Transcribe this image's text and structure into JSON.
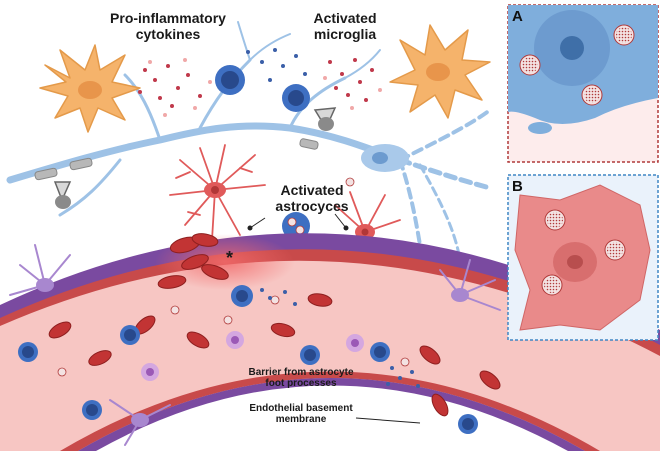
{
  "labels": {
    "cytokines_line1": "Pro-inflammatory",
    "cytokines_line2": "cytokines",
    "microglia_line1": "Activated",
    "microglia_line2": "microglia",
    "astrocytes_line1": "Activated",
    "astrocytes_line2": "astrocyces",
    "asterisk": "*",
    "barrier_line1": "Barrier from astrocyte",
    "barrier_line2": "foot processes",
    "membrane_line1": "Endothelial basement",
    "membrane_line2": "membrane"
  },
  "panels": {
    "a_letter": "A",
    "b_letter": "B"
  },
  "colors": {
    "microglia": "#f5b36b",
    "astrocyte": "#e05a5a",
    "panel_a_border": "#b03a3a",
    "panel_b_border": "#3f86c4",
    "vessel_outer": "#7a4aa0",
    "vessel_wall": "#c84a4a",
    "lumen": "#f7c6c3",
    "neuron": "#9ec2e6"
  }
}
